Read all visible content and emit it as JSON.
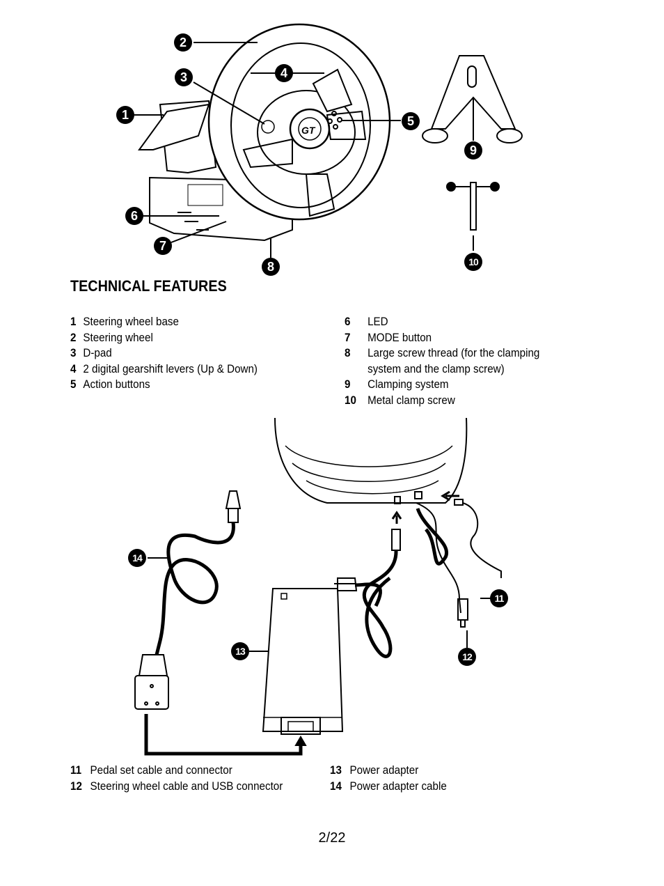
{
  "callouts": [
    "1",
    "2",
    "3",
    "4",
    "5",
    "6",
    "7",
    "8",
    "9",
    "10",
    "11",
    "12",
    "13",
    "14"
  ],
  "heading": "TECHNICAL FEATURES",
  "features_left": [
    {
      "num": "1",
      "text": "Steering wheel base"
    },
    {
      "num": "2",
      "text": "Steering wheel"
    },
    {
      "num": "3",
      "text": "D-pad"
    },
    {
      "num": "4",
      "text": "2 digital gearshift levers (Up & Down)"
    },
    {
      "num": "5",
      "text": "Action buttons"
    }
  ],
  "features_right": [
    {
      "num": "6",
      "text": "LED"
    },
    {
      "num": "7",
      "text": "MODE button"
    },
    {
      "num": "8",
      "text": "Large screw thread (for the clamping system and the clamp screw)"
    },
    {
      "num": "9",
      "text": "Clamping system"
    },
    {
      "num": "10",
      "text": "Metal clamp screw"
    }
  ],
  "connections_left": [
    {
      "num": "11",
      "text": "Pedal set cable and connector"
    },
    {
      "num": "12",
      "text": "Steering wheel cable and USB connector"
    }
  ],
  "connections_right": [
    {
      "num": "13",
      "text": "Power adapter"
    },
    {
      "num": "14",
      "text": "Power adapter cable"
    }
  ],
  "wheel_logo": "GT",
  "page_number": "2/22"
}
